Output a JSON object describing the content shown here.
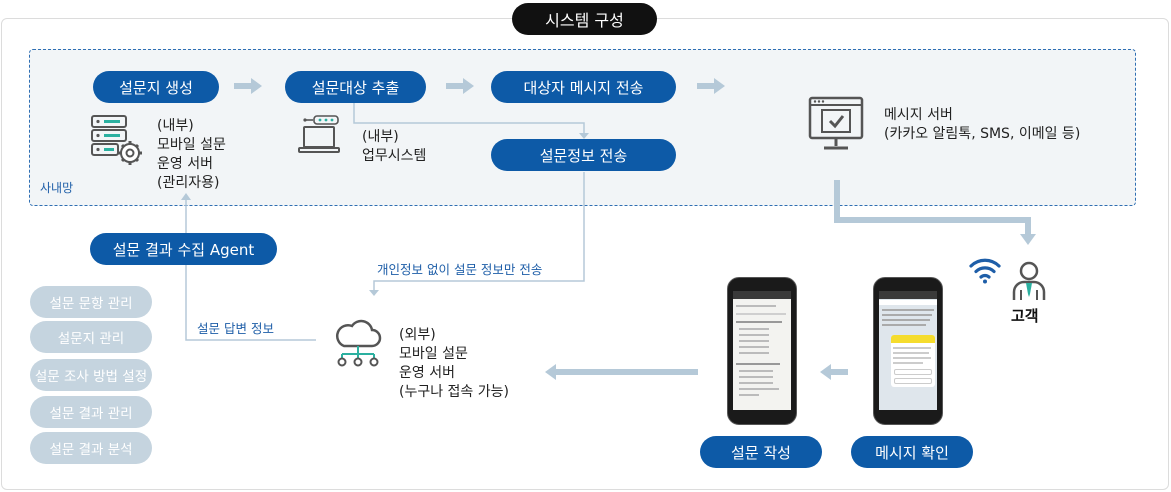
{
  "title": "시스템 구성",
  "internal_zone": {
    "label": "사내망"
  },
  "steps": [
    {
      "label": "설문지 생성"
    },
    {
      "label": "설문대상 추출"
    },
    {
      "label": "대상자 메시지 전송"
    },
    {
      "label": "설문정보 전송"
    }
  ],
  "nodes": {
    "admin_server": [
      "(내부)",
      "모바일 설문",
      "운영 서버",
      "(관리자용)"
    ],
    "business_system": [
      "(내부)",
      "업무시스템"
    ],
    "message_server": [
      "메시지 서버",
      "(카카오 알림톡, SMS, 이메일 등)"
    ],
    "external_server": [
      "(외부)",
      "모바일 설문",
      "운영 서버",
      "(누구나 접속 가능)"
    ],
    "customer": "고객"
  },
  "agent": {
    "label": "설문 결과 수집 Agent"
  },
  "flow_labels": {
    "no_personal_info": "개인정보 없이 설문 정보만 전송",
    "answer_info": "설문 답변 정보"
  },
  "features": [
    {
      "label": "설문 문항 관리"
    },
    {
      "label": "설문지 관리"
    },
    {
      "label": "설문 조사 방법 설정"
    },
    {
      "label": "설문 결과 관리"
    },
    {
      "label": "설문 결과 분석"
    }
  ],
  "phone_actions": {
    "write": "설문 작성",
    "check": "메시지 확인"
  },
  "colors": {
    "primary": "#0d5aa7",
    "feature": "#c5d4df",
    "arrow": "#b5c9d8",
    "zone_bg": "#f2f5f7",
    "title_bg": "#111111"
  }
}
